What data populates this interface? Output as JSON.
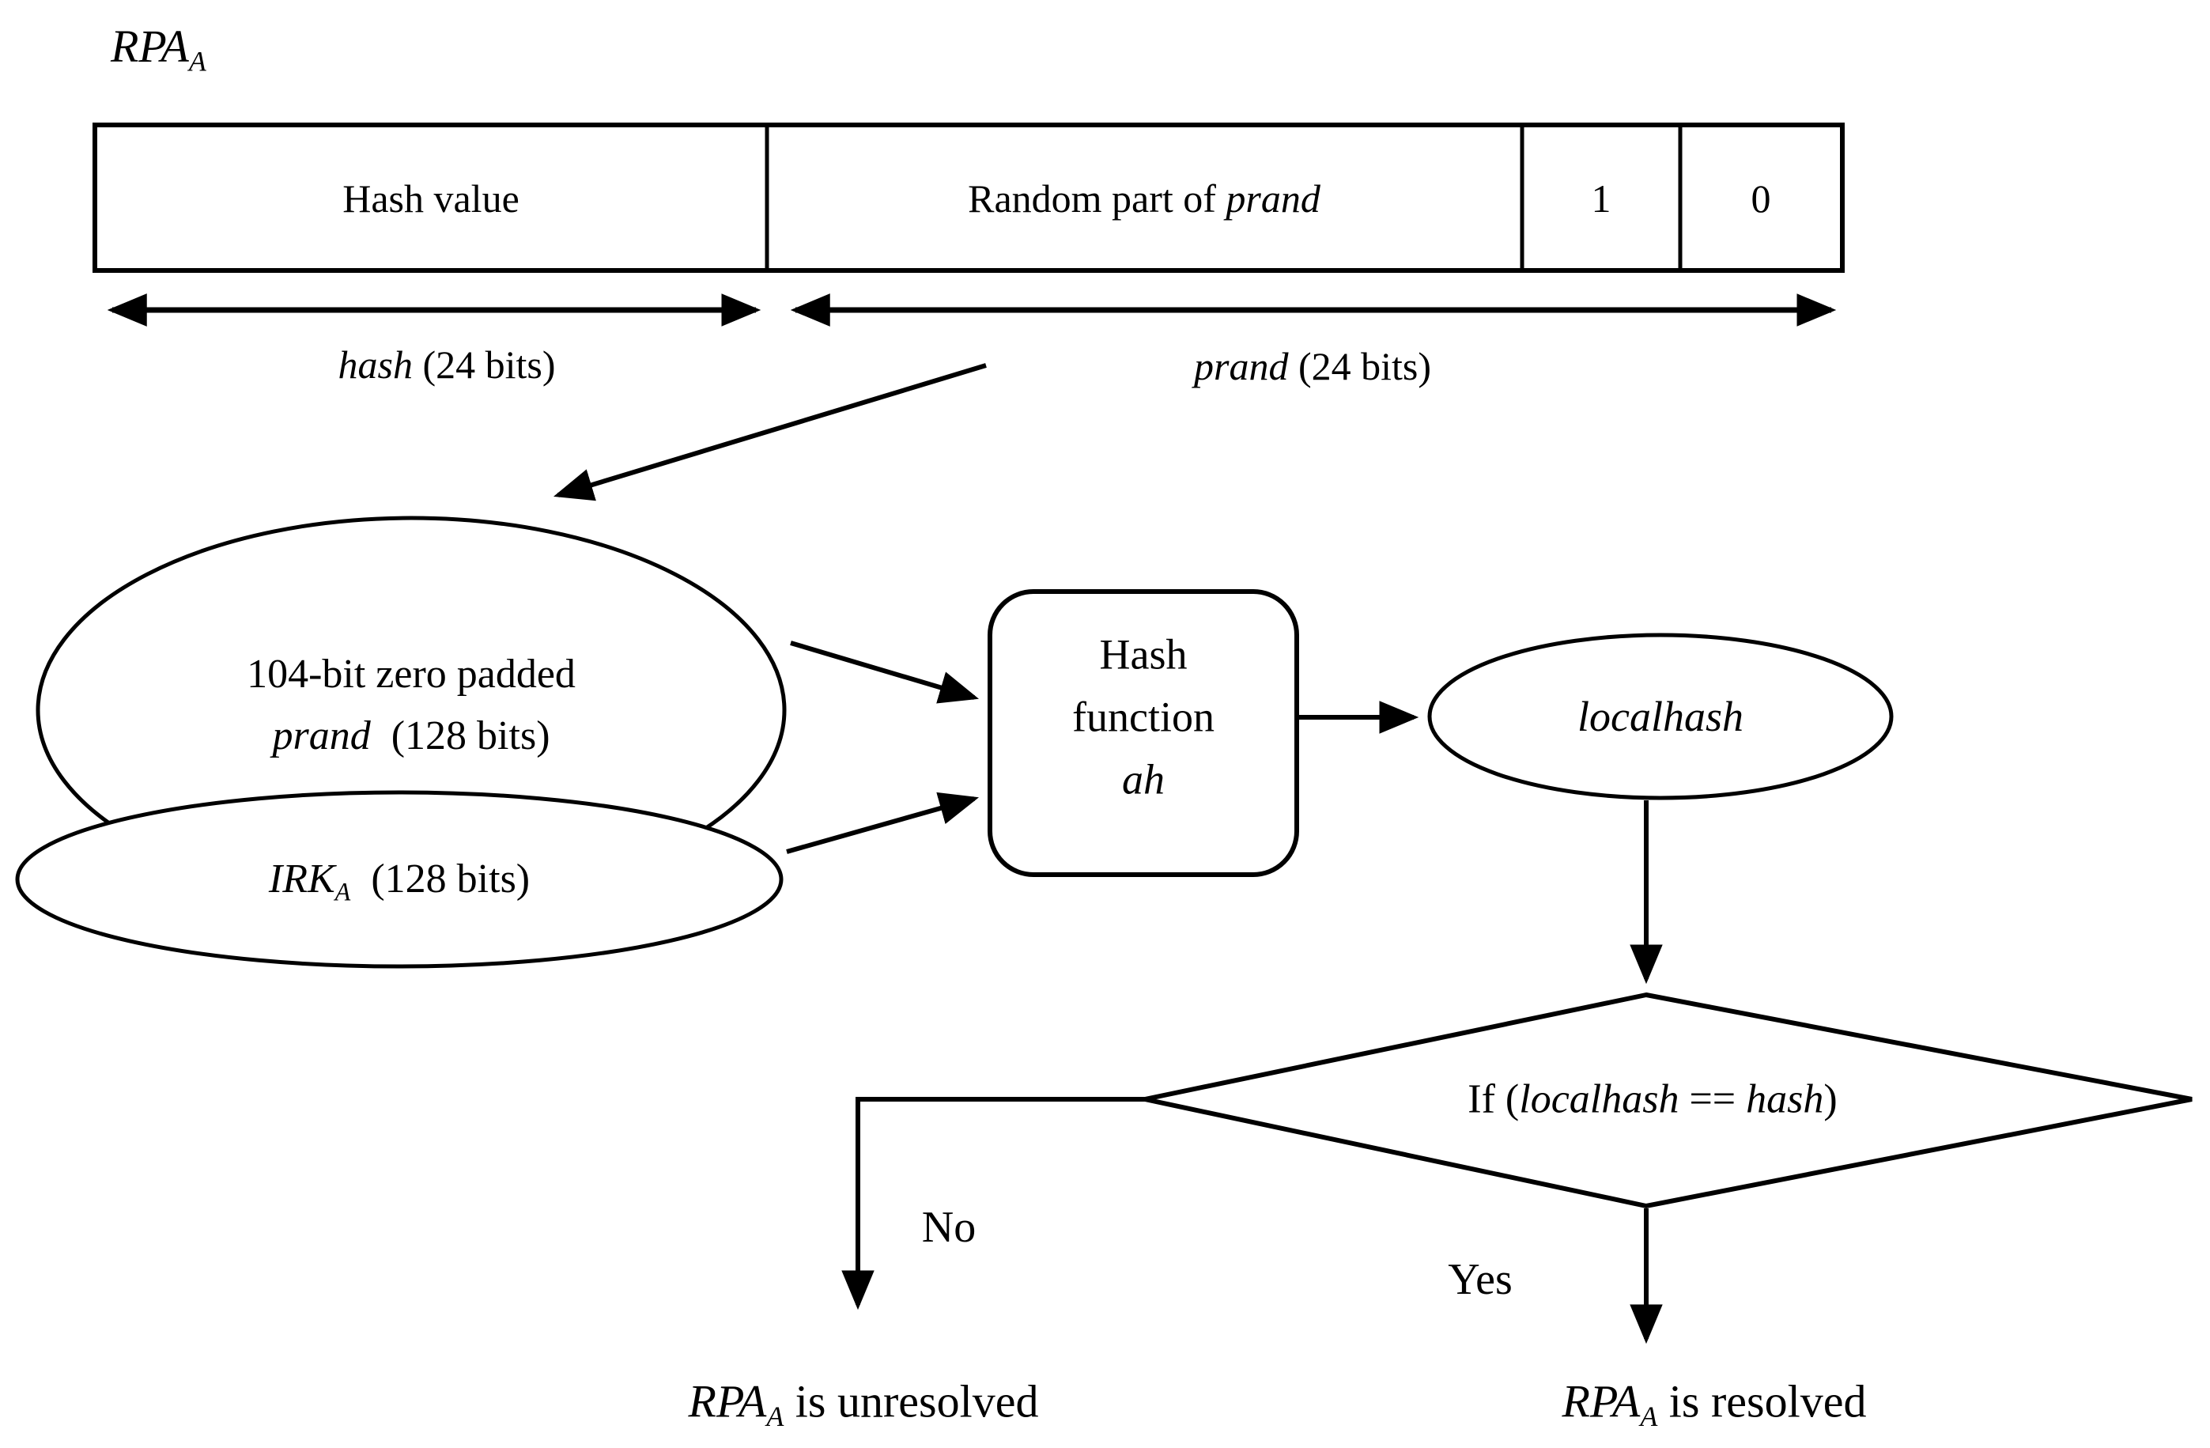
{
  "canvas": {
    "background": "#ffffff",
    "ink": "#000000"
  },
  "title": {
    "base": "RPA",
    "sub": "A"
  },
  "bar": {
    "cells": [
      {
        "text": "Hash value"
      },
      {
        "prefix": "Random part of ",
        "italic": "prand"
      },
      {
        "text": "1"
      },
      {
        "text": "0"
      }
    ]
  },
  "spans": {
    "hash": {
      "italic": "hash",
      "rest": " (24 bits)"
    },
    "prand": {
      "italic": "prand",
      "rest": " (24 bits)"
    }
  },
  "nodes": {
    "padded": {
      "line1": "104-bit zero padded",
      "italic": "prand",
      "rest": "  (128 bits)"
    },
    "irk": {
      "base": "IRK",
      "sub": "A",
      "rest": "  (128 bits)"
    },
    "hashfn": {
      "line1": "Hash",
      "line2": "function",
      "line3": "ah"
    },
    "localhash": {
      "text": "localhash"
    },
    "decision": {
      "prefix": "If (",
      "left": "localhash",
      "op": " == ",
      "right": "hash",
      "suffix": ")"
    }
  },
  "branches": {
    "no": {
      "label": "No"
    },
    "yes": {
      "label": "Yes"
    }
  },
  "results": {
    "no": {
      "base": "RPA",
      "sub": "A",
      "rest": " is unresolved"
    },
    "yes": {
      "base": "RPA",
      "sub": "A",
      "rest": " is resolved"
    }
  }
}
